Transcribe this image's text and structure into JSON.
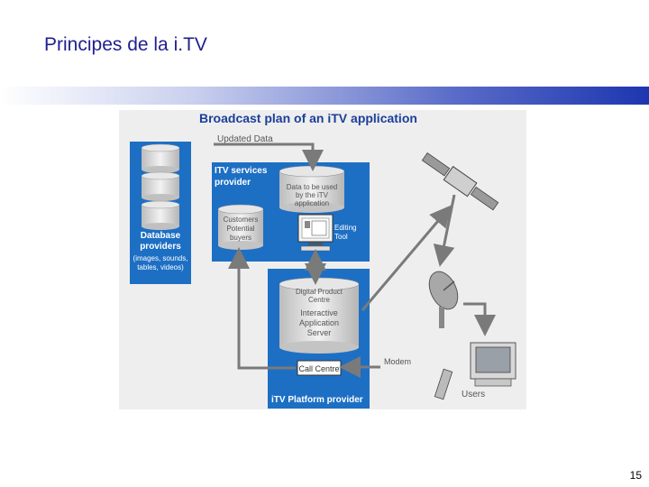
{
  "slide": {
    "title": "Principes de la i.TV",
    "page_number": "15"
  },
  "diagram": {
    "heading": "Broadcast plan of an iTV application",
    "updated_data": "Updated Data",
    "database_providers": {
      "line1": "Database",
      "line2": "providers",
      "sub1": "(images, sounds,",
      "sub2": "tables, videos)"
    },
    "itv_services_provider": {
      "line1": "ITV services",
      "line2": "provider"
    },
    "data_store": {
      "line1": "Data to be used",
      "line2": "by the iTV",
      "line3": "application"
    },
    "customers": {
      "line1": "Customers",
      "line2": "Potential",
      "line3": "buyers"
    },
    "editing_tool": {
      "line1": "Editing",
      "line2": "Tool"
    },
    "server": {
      "line1": "Digital Product",
      "line2": "Centre",
      "line3": "Interactive",
      "line4": "Application",
      "line5": "Server"
    },
    "call_centre": "Call Centre",
    "platform_provider": "iTV Platform provider",
    "modem": "Modem",
    "users": "Users"
  },
  "colors": {
    "title_text": "#1f1f8f",
    "heading_text": "#1b3f9a",
    "box_blue": "#1d6fc4",
    "panel_gray": "#e6e6e6",
    "arrow_gray": "#808080",
    "cylinder_fill": "#e0e0e0"
  }
}
